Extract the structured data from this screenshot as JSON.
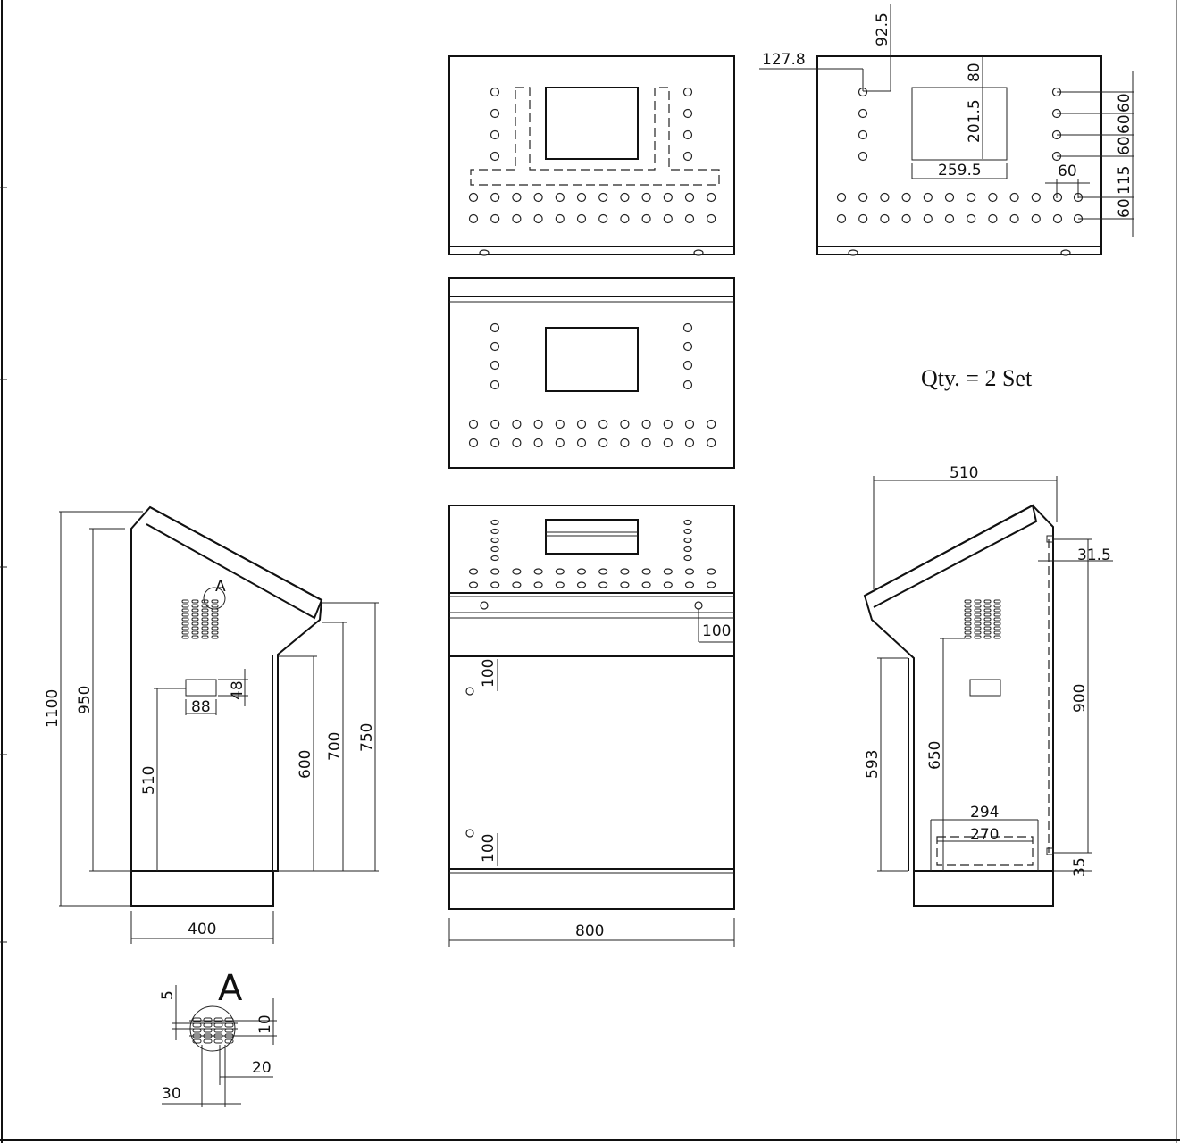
{
  "quantity_note": "Qty. = 2 Set",
  "detail_label": "A",
  "top_view_right": {
    "d_127_8": "127.8",
    "d_92_5": "92.5",
    "d_80": "80",
    "d_201_5": "201.5",
    "d_259_5": "259.5",
    "d_60_a": "60",
    "d_60_b": "60",
    "d_60_c": "60",
    "d_60_side": "60",
    "d_115": "115",
    "d_60_bottom": "60"
  },
  "side_view_left": {
    "d_1100": "1100",
    "d_950": "950",
    "d_510": "510",
    "d_600": "600",
    "d_700": "700",
    "d_750": "750",
    "d_400": "400",
    "d_88": "88",
    "d_48": "48",
    "callout": "A"
  },
  "front_view": {
    "d_800": "800",
    "d_100_top": "100",
    "d_100_mid": "100",
    "d_100_bottom": "100"
  },
  "side_view_right": {
    "d_510": "510",
    "d_31_5": "31.5",
    "d_900": "900",
    "d_593": "593",
    "d_650": "650",
    "d_294": "294",
    "d_270": "270",
    "d_35": "35"
  },
  "detail_a": {
    "d_5": "5",
    "d_10": "10",
    "d_20": "20",
    "d_30": "30"
  }
}
